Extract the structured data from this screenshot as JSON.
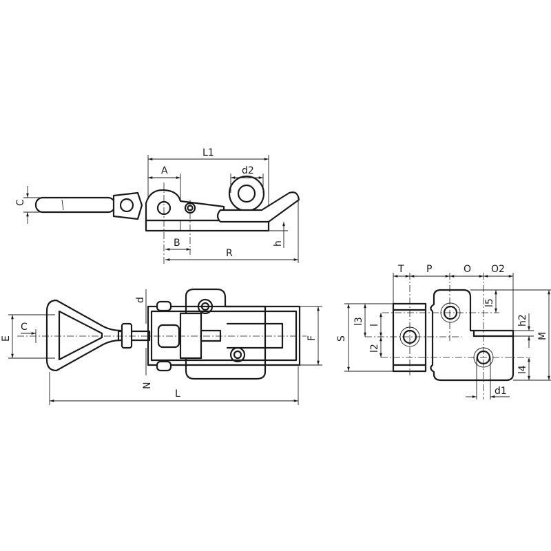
{
  "side_view": {
    "L1": "L1",
    "A": "A",
    "d2": "d2",
    "C": "C",
    "B": "B",
    "R": "R",
    "h": "h"
  },
  "plan_view": {
    "d": "d",
    "E": "E",
    "C": "C",
    "F": "F",
    "N": "N",
    "L": "L"
  },
  "base_view": {
    "T": "T",
    "P": "P",
    "O": "O",
    "O2": "O2",
    "S": "S",
    "l3": "l3",
    "l": "l",
    "l2": "l2",
    "l5": "l5",
    "h2": "h2",
    "M": "M",
    "l4": "l4",
    "d1": "d1"
  }
}
